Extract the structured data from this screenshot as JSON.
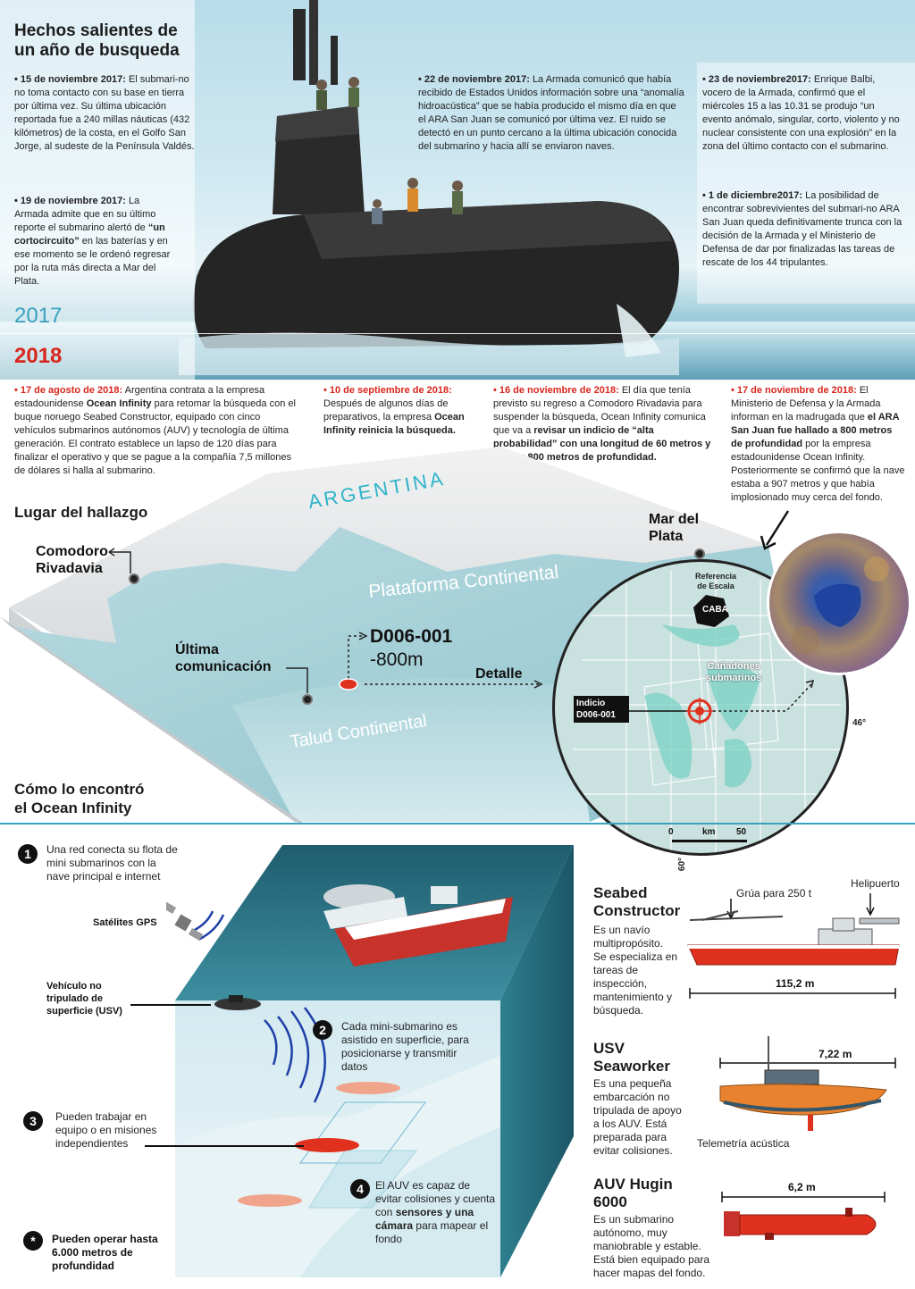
{
  "header": {
    "title_line1": "Hechos salientes de",
    "title_line2": "un año de busqueda"
  },
  "years": {
    "y2017": "2017",
    "y2018": "2018"
  },
  "events_2017": [
    {
      "bullet": "•",
      "date": "15 de noviembre 2017:",
      "text": "El submari-no no toma contacto con su base en tierra por última vez. Su última ubicación reportada fue a 240 millas náuticas (432 kilómetros) de la costa, en el Golfo San Jorge, al sudeste de la Península Valdés."
    },
    {
      "bullet": "•",
      "date": "19 de noviembre 2017:",
      "text_before": "La Armada admite que en su último reporte el submarino alertó de",
      "highlight": "“un cortocircuito”",
      "text_after": "en las baterías y en ese momento se le ordenó regresar por la ruta más directa a Mar del Plata."
    },
    {
      "bullet": "•",
      "date": "22 de noviembre 2017:",
      "text": "La Armada comunicó que había recibido de Estados Unidos información sobre una “anomalía hidroacústica” que se había producido el mismo día en que el ARA San Juan se comunicó por última vez. El ruido se detectó en un punto cercano a la última ubicación conocida del submarino y hacia allí se enviaron naves."
    },
    {
      "bullet": "•",
      "date": "23 de noviembre2017:",
      "text": "Enrique Balbi, vocero de la Armada, confirmó que el miércoles 15 a las 10.31 se produjo “un evento anómalo, singular, corto, violento y no nuclear consistente con una explosión” en la zona del último contacto con el submarino."
    },
    {
      "bullet": "•",
      "date": "1 de diciembre2017:",
      "text": "La posibilidad de encontrar sobrevivientes del submari-no ARA San Juan queda definitivamente trunca con la decisión de la Armada y el Ministerio de Defensa de dar por finalizadas las tareas de rescate de los 44 tripulantes."
    }
  ],
  "events_2018": [
    {
      "bullet": "•",
      "date": "17 de agosto de 2018:",
      "text_a": "Argentina contrata a la empresa estadounidense",
      "bold_a": "Ocean Infinity",
      "text_b": "para retomar la búsqueda con el buque noruego Seabed Constructor, equipado con cinco vehículos submarinos autónomos (AUV) y tecnología de última generación. El contrato establece un lapso de 120 días para finalizar el operativo y que se pague a la compañía 7,5 millones de dólares si halla al submarino."
    },
    {
      "bullet": "•",
      "date": "10 de septiembre de 2018:",
      "text_a": "Después de algunos días de preparativos, la empresa",
      "bold_a": "Ocean Infinity reinicia la búsqueda."
    },
    {
      "bullet": "•",
      "date": "16 de noviembre de 2018:",
      "text_a": "El día que tenía previsto su regreso a Comodoro Rivadavia para suspender la búsqueda, Ocean Infinity comunica que va a",
      "bold_a": "revisar un indicio de “alta probabilidad” con una longitud de 60 metros y a unos 800 metros de profundidad."
    },
    {
      "bullet": "•",
      "date": "17 de noviembre de 2018:",
      "text_a": "El Ministerio de Defensa y la Armada informan en la madrugada que",
      "bold_a": "el ARA San Juan fue hallado a 800 metros de profundidad",
      "text_b": "por la empresa estadounidense Ocean Infinity. Posteriormente se confirmó que la nave estaba a 907 metros y que había implosionado muy cerca del fondo."
    }
  ],
  "map": {
    "section_title": "Lugar del hallazgo",
    "country": "ARGENTINA",
    "city_comodoro_1": "Comodoro",
    "city_comodoro_2": "Rivadavia",
    "city_mdp_1": "Mar del",
    "city_mdp_2": "Plata",
    "plataforma": "Plataforma Continental",
    "talud": "Talud Continental",
    "ultima_1": "Última",
    "ultima_2": "comunicación",
    "target_id": "D006-001",
    "target_depth": "-800m",
    "detalle": "Detalle",
    "detail": {
      "ref_escala_1": "Referencia",
      "ref_escala_2": "de Escala",
      "caba": "CABA",
      "canadones_1": "Cañadones",
      "canadones_2": "submarinos",
      "indicio_1": "Indicio",
      "indicio_2": "D006-001",
      "lat": "46°",
      "lon": "60°",
      "scale_0": "0",
      "scale_km": "km",
      "scale_50": "50"
    }
  },
  "how": {
    "section_title_1": "Cómo lo encontró",
    "section_title_2": "el Ocean Infinity",
    "step1_num": "1",
    "step1": "Una red conecta su flota de mini submarinos con la nave principal e internet",
    "step2_num": "2",
    "step2": "Cada mini-submarino es asistido en superficie, para posicionarse y transmitir datos",
    "step3_num": "3",
    "step3": "Pueden trabajar en equipo o en misiones independientes",
    "step4_num": "4",
    "step4_a": "El AUV es capaz de evitar colisiones y cuenta con",
    "step4_b": "sensores y una cámara",
    "step4_c": "para mapear el fondo",
    "star_num": "*",
    "star": "Pueden operar hasta 6.000 metros de profundidad",
    "gps_label": "Satélites GPS",
    "usv_label": "Vehículo no tripulado de superficie (USV)"
  },
  "vehicles": [
    {
      "title": "Seabed Constructor",
      "desc": "Es un navío multipropósito. Se especializa en tareas de inspección, mantenimiento y búsqueda.",
      "length": "115,2 m",
      "label_a": "Grúa para 250 t",
      "label_b": "Helipuerto"
    },
    {
      "title": "USV Seaworker",
      "desc": "Es una pequeña embarcación no tripulada de apoyo a los AUV. Está preparada para evitar colisiones.",
      "length": "7,22 m",
      "label_a": "Telemetría acústica"
    },
    {
      "title": "AUV Hugin 6000",
      "desc": "Es un submarino autónomo, muy maniobrable y estable. Está bien equipado para hacer mapas del fondo.",
      "length": "6,2 m"
    }
  ],
  "colors": {
    "accent_red": "#d8261c",
    "accent_teal": "#3aa1c0",
    "hull_red": "#e0311f"
  }
}
